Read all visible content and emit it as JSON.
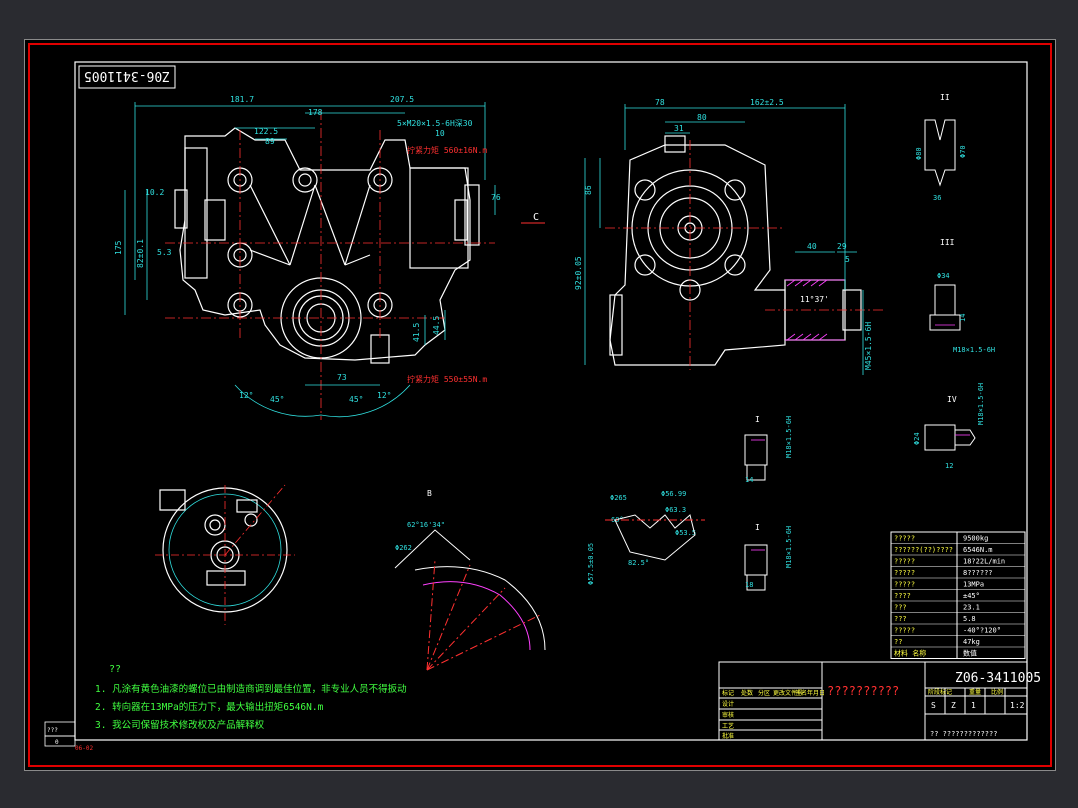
{
  "drawing": {
    "number": "Z06-3411005",
    "number_mirrored": "Z06-3411005",
    "title_field": "??????????",
    "sheet_code": "06-02",
    "company": "?? ?????????????"
  },
  "colors": {
    "sheet_bg": "#000000",
    "frame": "#e00000",
    "geometry": "#ffffff",
    "center": "#ff3030",
    "dimension": "#30e0e0",
    "text_green": "#40ff40",
    "text_yellow": "#ffff40",
    "hatch": "#ff40ff"
  },
  "notes": {
    "heading": "??",
    "items": [
      "1. 凡涂有黄色油漆的螺位已由制造商调到最佳位置，非专业人员不得扳动",
      "2. 转向器在13MPa的压力下，最大输出扭矩6546N.m",
      "3. 我公司保留技术修改权及产品解释权"
    ]
  },
  "specs": [
    {
      "label": "?????",
      "value": "9500kg"
    },
    {
      "label": "??????(??)????",
      "value": "6546N.m"
    },
    {
      "label": "?????",
      "value": "18?22L/min"
    },
    {
      "label": "?????",
      "value": "8??????"
    },
    {
      "label": "?????",
      "value": "13MPa"
    },
    {
      "label": "????",
      "value": "±45°"
    },
    {
      "label": "???",
      "value": "23.1"
    },
    {
      "label": "???",
      "value": "5.8"
    },
    {
      "label": "?????",
      "value": "-40°?120°"
    },
    {
      "label": "??",
      "value": "47kg"
    },
    {
      "label": "材料 名称",
      "value": "数值"
    }
  ],
  "dimensions": {
    "top_view": [
      "181.7",
      "207.5",
      "178",
      "122.5",
      "89",
      "5×M20×1.5-6H深30",
      "10",
      "10.2",
      "76",
      "175",
      "82±0.1",
      "5.3",
      "41.5",
      "44.5",
      "73",
      "45°",
      "45°",
      "12°",
      "12°"
    ],
    "side_view": [
      "78",
      "80",
      "162±2.5",
      "31",
      "86",
      "92±0.05",
      "40",
      "29",
      "5",
      "11°37'",
      "M45×1.5-6H"
    ],
    "callouts": [
      "拧紧力矩 560±16N.m",
      "拧紧力矩 550±55N.m",
      "C"
    ],
    "detail_labels": [
      "II",
      "III",
      "IV",
      "I",
      "B"
    ],
    "detail_dims": [
      "Φ80",
      "Φ70",
      "36",
      "Φ34",
      "14",
      "M18×1.5-6H",
      "Φ24",
      "12",
      "M18×1.5-6H",
      "14",
      "M18×1.5-6H",
      "18",
      "M18×1.5-6H",
      "Φ265",
      "Φ56.99",
      "Φ63.3",
      "Φ53.5",
      "Φ57.5±0.05",
      "82.5°",
      "60°",
      "62°16'34\"",
      "Φ262"
    ]
  },
  "title_block": {
    "revision_labels": [
      "标记",
      "处数",
      "分区",
      "更改文件号",
      "签名",
      "年月日"
    ],
    "rows": [
      "设计",
      "审核",
      "工艺",
      "批准"
    ],
    "stage_labels": [
      "阶段标记",
      "重量",
      "比例"
    ],
    "stage_values": [
      "S",
      "Z",
      "1",
      "1:2"
    ],
    "small_labels": [
      "???",
      "0"
    ]
  }
}
